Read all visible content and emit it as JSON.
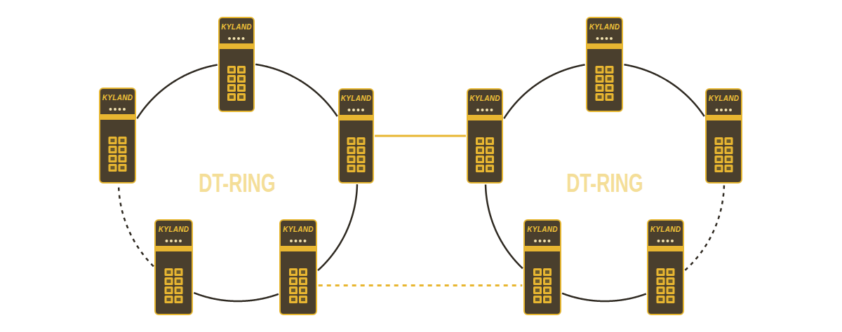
{
  "diagram": {
    "nodes": [
      {
        "text": [
          "KYLAND"
        ]
      },
      {
        "text": [
          "KYLAND"
        ]
      },
      {
        "text": [
          "KYLAND"
        ]
      },
      {
        "text": [
          "KYLAND"
        ]
      },
      {
        "text": [
          "KYLAND"
        ]
      },
      {
        "text": [
          "KYLAND"
        ]
      },
      {
        "text": [
          "KYLAND"
        ]
      },
      {
        "text": [
          "KYLAND"
        ]
      },
      {
        "text": [
          "KYLAND"
        ]
      },
      {
        "text": [
          "KYLAND"
        ]
      }
    ],
    "edges": [
      {
        "from": 0,
        "to": 3,
        "arrow": "none"
      },
      {
        "from": 3,
        "to": 7,
        "arrow": "none"
      },
      {
        "from": 7,
        "to": 6,
        "arrow": "none"
      },
      {
        "from": 6,
        "to": 2,
        "arrow": "none"
      },
      {
        "from": 2,
        "to": 0,
        "arrow": "none"
      },
      {
        "from": 1,
        "to": 4,
        "arrow": "none"
      },
      {
        "from": 4,
        "to": 8,
        "arrow": "none"
      },
      {
        "from": 8,
        "to": 9,
        "arrow": "none"
      },
      {
        "from": 9,
        "to": 5,
        "arrow": "none"
      },
      {
        "from": 5,
        "to": 1,
        "arrow": "none"
      },
      {
        "from": 3,
        "to": 4,
        "arrow": "none"
      },
      {
        "from": 7,
        "to": 8,
        "arrow": "none"
      }
    ],
    "labels": [
      "DT-RING",
      "DT-RING"
    ]
  }
}
